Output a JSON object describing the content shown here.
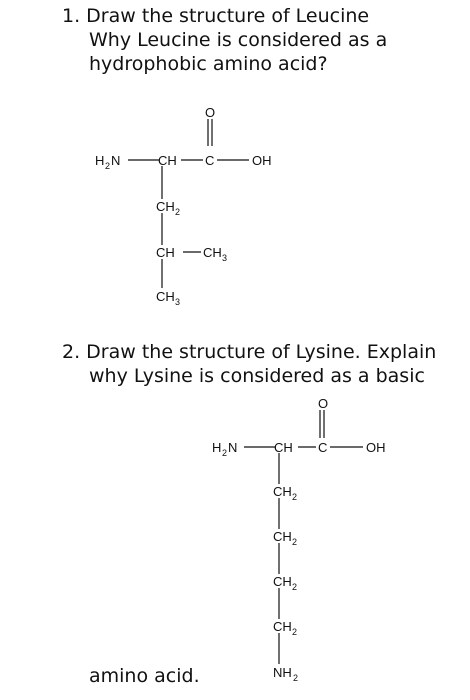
{
  "question1": {
    "line1": "1. Draw the structure of Leucine",
    "line2": "Why Leucine is considered as a",
    "line3": "hydrophobic amino acid?"
  },
  "leucine": {
    "carbonyl_o": "O",
    "amine": "H",
    "amine_sub": "2",
    "amine_n": "N",
    "alpha": "CH",
    "carbonyl_c": "C",
    "hydroxyl": "OH",
    "ch2": "CH",
    "ch2_sub": "2",
    "ch": "CH",
    "methyl_a": "CH",
    "methyl_a_sub": "3",
    "methyl_b": "CH",
    "methyl_b_sub": "3"
  },
  "question2": {
    "line1": "2. Draw the structure of Lysine. Explain",
    "line2": "why Lysine is considered as a basic",
    "line3": "amino acid."
  },
  "lysine": {
    "carbonyl_o": "O",
    "amine": "H",
    "amine_sub": "2",
    "amine_n": "N",
    "alpha": "CH",
    "carbonyl_c": "C",
    "hydroxyl": "OH",
    "ch2_1": "CH",
    "ch2_2": "CH",
    "ch2_3": "CH",
    "ch2_4": "CH",
    "ch2_sub": "2",
    "nh2": "NH",
    "nh2_sub": "2"
  }
}
